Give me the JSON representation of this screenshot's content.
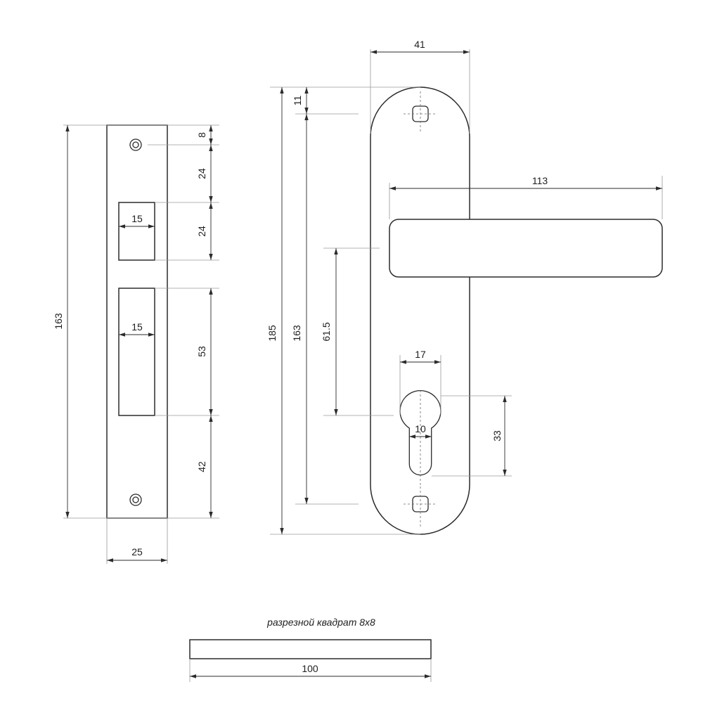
{
  "strike_plate": {
    "height_label": "163",
    "top_screw_offset_label": "8",
    "gap_label": "24",
    "upper_window_height_label": "24",
    "upper_window_width_label": "15",
    "lower_window_height_label": "53",
    "lower_window_width_label": "15",
    "bottom_offset_label": "42",
    "width_label": "25"
  },
  "handle": {
    "plate_width_label": "41",
    "top_offset_label": "11",
    "overall_height_label": "185",
    "screw_spacing_label": "163",
    "lever_length_label": "113",
    "lever_to_cylinder_label": "61.5",
    "cylinder_width_label": "17",
    "cylinder_slot_label": "10",
    "cylinder_height_label": "33"
  },
  "spindle": {
    "caption": "разрезной квадрат 8х8",
    "length_label": "100"
  }
}
